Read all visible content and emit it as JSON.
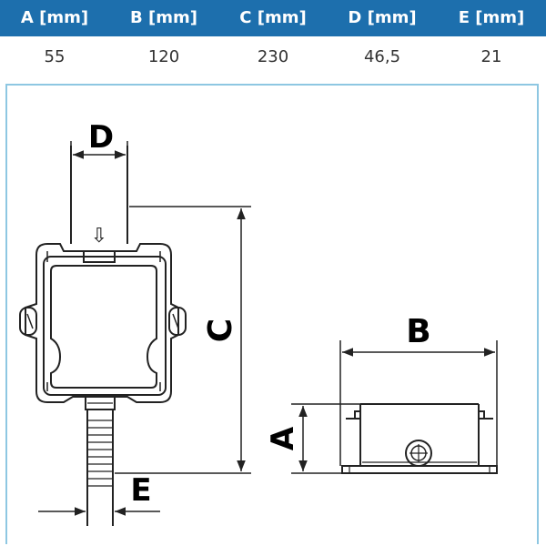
{
  "table": {
    "headers": [
      "A [mm]",
      "B [mm]",
      "C [mm]",
      "D [mm]",
      "E [mm]"
    ],
    "values": [
      "55",
      "120",
      "230",
      "46,5",
      "21"
    ]
  },
  "diagram": {
    "labels": {
      "A": "A",
      "B": "B",
      "C": "C",
      "D": "D",
      "E": "E"
    },
    "arrow_glyph": "⇩"
  },
  "colors": {
    "header_bg": "#1d6fad",
    "header_text": "#ffffff",
    "frame_border": "#8ec7e2",
    "line": "#222222"
  }
}
